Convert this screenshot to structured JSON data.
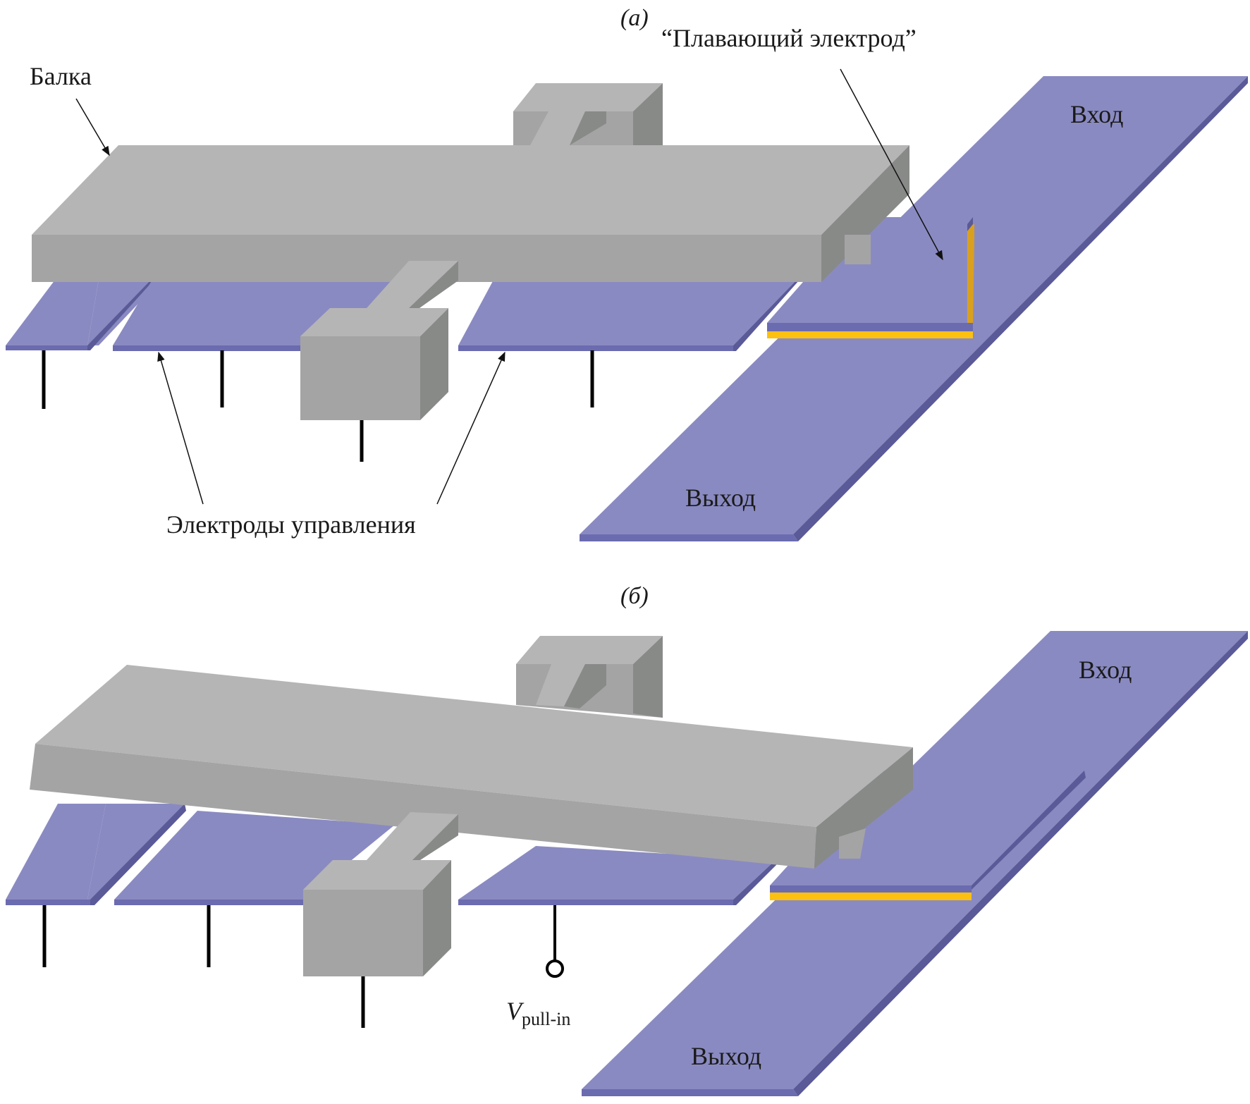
{
  "figure": {
    "panel_a": {
      "label": "(а)",
      "beam_label": "Балка",
      "floating_electrode_label": "“Плавающий электрод”",
      "input_label": "Вход",
      "output_label": "Выход",
      "control_electrodes_label": "Электроды управления",
      "state": "beam up (not actuated)"
    },
    "panel_b": {
      "label": "(б)",
      "input_label": "Вход",
      "output_label": "Выход",
      "voltage_label_main": "V",
      "voltage_label_sub": "pull-in",
      "state": "beam tilted (pull-in applied to right control electrode)"
    },
    "colors": {
      "beam_top": "#b5b5b5",
      "beam_front": "#a4a4a4",
      "beam_side": "#888a88",
      "electrode_top": "#8a8ac2",
      "electrode_edge": "#6b6bb0",
      "electrode_side": "#5a5a98",
      "gold_layer": "#fcc010",
      "gold_side": "#d9a020"
    }
  }
}
